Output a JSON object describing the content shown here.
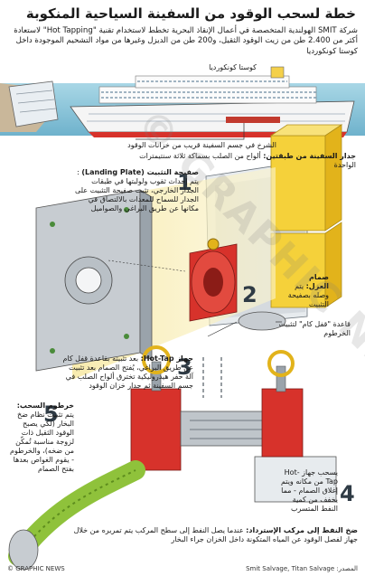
{
  "title": "خطة لسحب الوقود من السفينة السياحية المنكوبة",
  "intro": "شركة SMIT الهولندية المتخصصة في أعمال الإنقاذ البحرية تخطط لاستخدام تقنية \"Hot Tapping\" لاستعادة أكثر من 2.400 طن من زيت الوقود الثقيل، و200 طن من الديزل وغيرها من مواد التشحيم الموجودة داخل كوستا كونكورديا",
  "ship_label": "كوستا كونكورديا",
  "labels": {
    "tanks": "الشرخ في جسم السفينة قريب من خزانات الوقود",
    "hull_title": "جدار السفينة من طبقتين:",
    "hull_text": "ألواح من الصلب بسماكة ثلاثة سنتيمترات الواحدة",
    "cam_lock": "قاعدة \"قفل كام\" لتثبيت الخرطوم"
  },
  "steps": [
    {
      "num": "1",
      "title": "صفيحة التثبيت (Landing Plate)",
      "text": ": يتم إحداث ثقوب ولولبتها في طبقات الجدار الخارجي، تثبت صفيحة التثبيت على الجدار للسماح للمعدات بالالتصاق في مكانها عن طريق البراغي والصواميل"
    },
    {
      "num": "2",
      "title": "صمام العزل:",
      "text": "يتم وصله بصفيحة التثبيت"
    },
    {
      "num": "3",
      "title": "جهاز Hot-Tap:",
      "text": "بعد تثبيته بقاعدة قفل كام عن طريق البراغي، يُفتح الصمام بعد تثبيت آلة حفر هيدروليكية تخترق ألواح الصلب في جسم السفينة ثم جدار خزان الوقود"
    },
    {
      "num": "4",
      "text": "يسحب جهاز Hot-Tap من مكانه ويتم إغلاق الصمام - مما يخفف من كمية النفط المتسرب"
    },
    {
      "num": "5",
      "title": "خرطوم السحب:",
      "text": "يتم تثبيت نظام ضخ البخار (لكي يصبح الوقود الثقيل ذات لزوجة مناسبة تُمكّن من ضخه)، والخرطوم - يقوم الغواص بعدها بفتح الصمام"
    },
    {
      "title": "ضخ النفط إلى مركب الإسترداد:",
      "text": "عندما يصل النفط إلى سطح المركب يتم تمريره من خلال جهاز لفصل الوقود عن المياه المتكونة داخل الخزان جراء البخار"
    }
  ],
  "watermark": "© GRAPHIC NEWS",
  "credit": "© GRAPHIC NEWS",
  "source": "المصدر: Smit Salvage, Titan Salvage",
  "colors": {
    "sea": "#8fc9dd",
    "hull": "#f3f3f3",
    "red": "#d7322b",
    "yellow": "#f5d13a",
    "grey": "#9aa3ab",
    "gold": "#e2b31b"
  }
}
